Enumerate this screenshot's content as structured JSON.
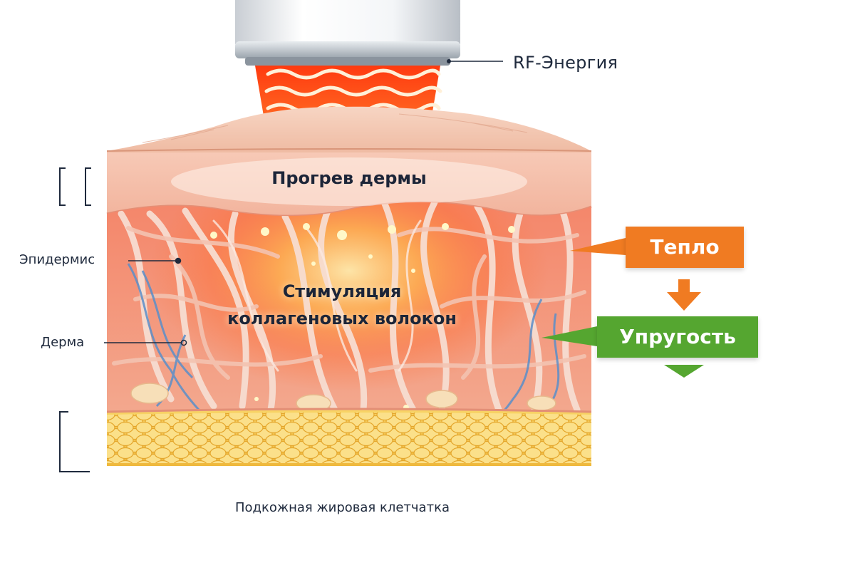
{
  "labels": {
    "rf_energy": "RF-Энергия",
    "dermis_heating": "Прогрев дермы",
    "collagen_line1": "Стимуляция",
    "collagen_line2": "коллагеновых волокон",
    "epidermis": "Эпидермис",
    "dermis": "Дерма",
    "subcutaneous_fat": "Подкожная жировая клетчатка"
  },
  "badges": {
    "heat": "Тепло",
    "elasticity": "Упругость"
  },
  "colors": {
    "heat_badge": "#f07b22",
    "elasticity_badge": "#55a630",
    "label_text": "#1f2a3d",
    "skin_surface": "#f3c4ae",
    "fat_layer": "#f6cd52",
    "rf_wave": "#fff0d8",
    "vessel": "#5b8fc9"
  },
  "icons": [
    "rf-device-icon",
    "arrow-down-icon"
  ]
}
